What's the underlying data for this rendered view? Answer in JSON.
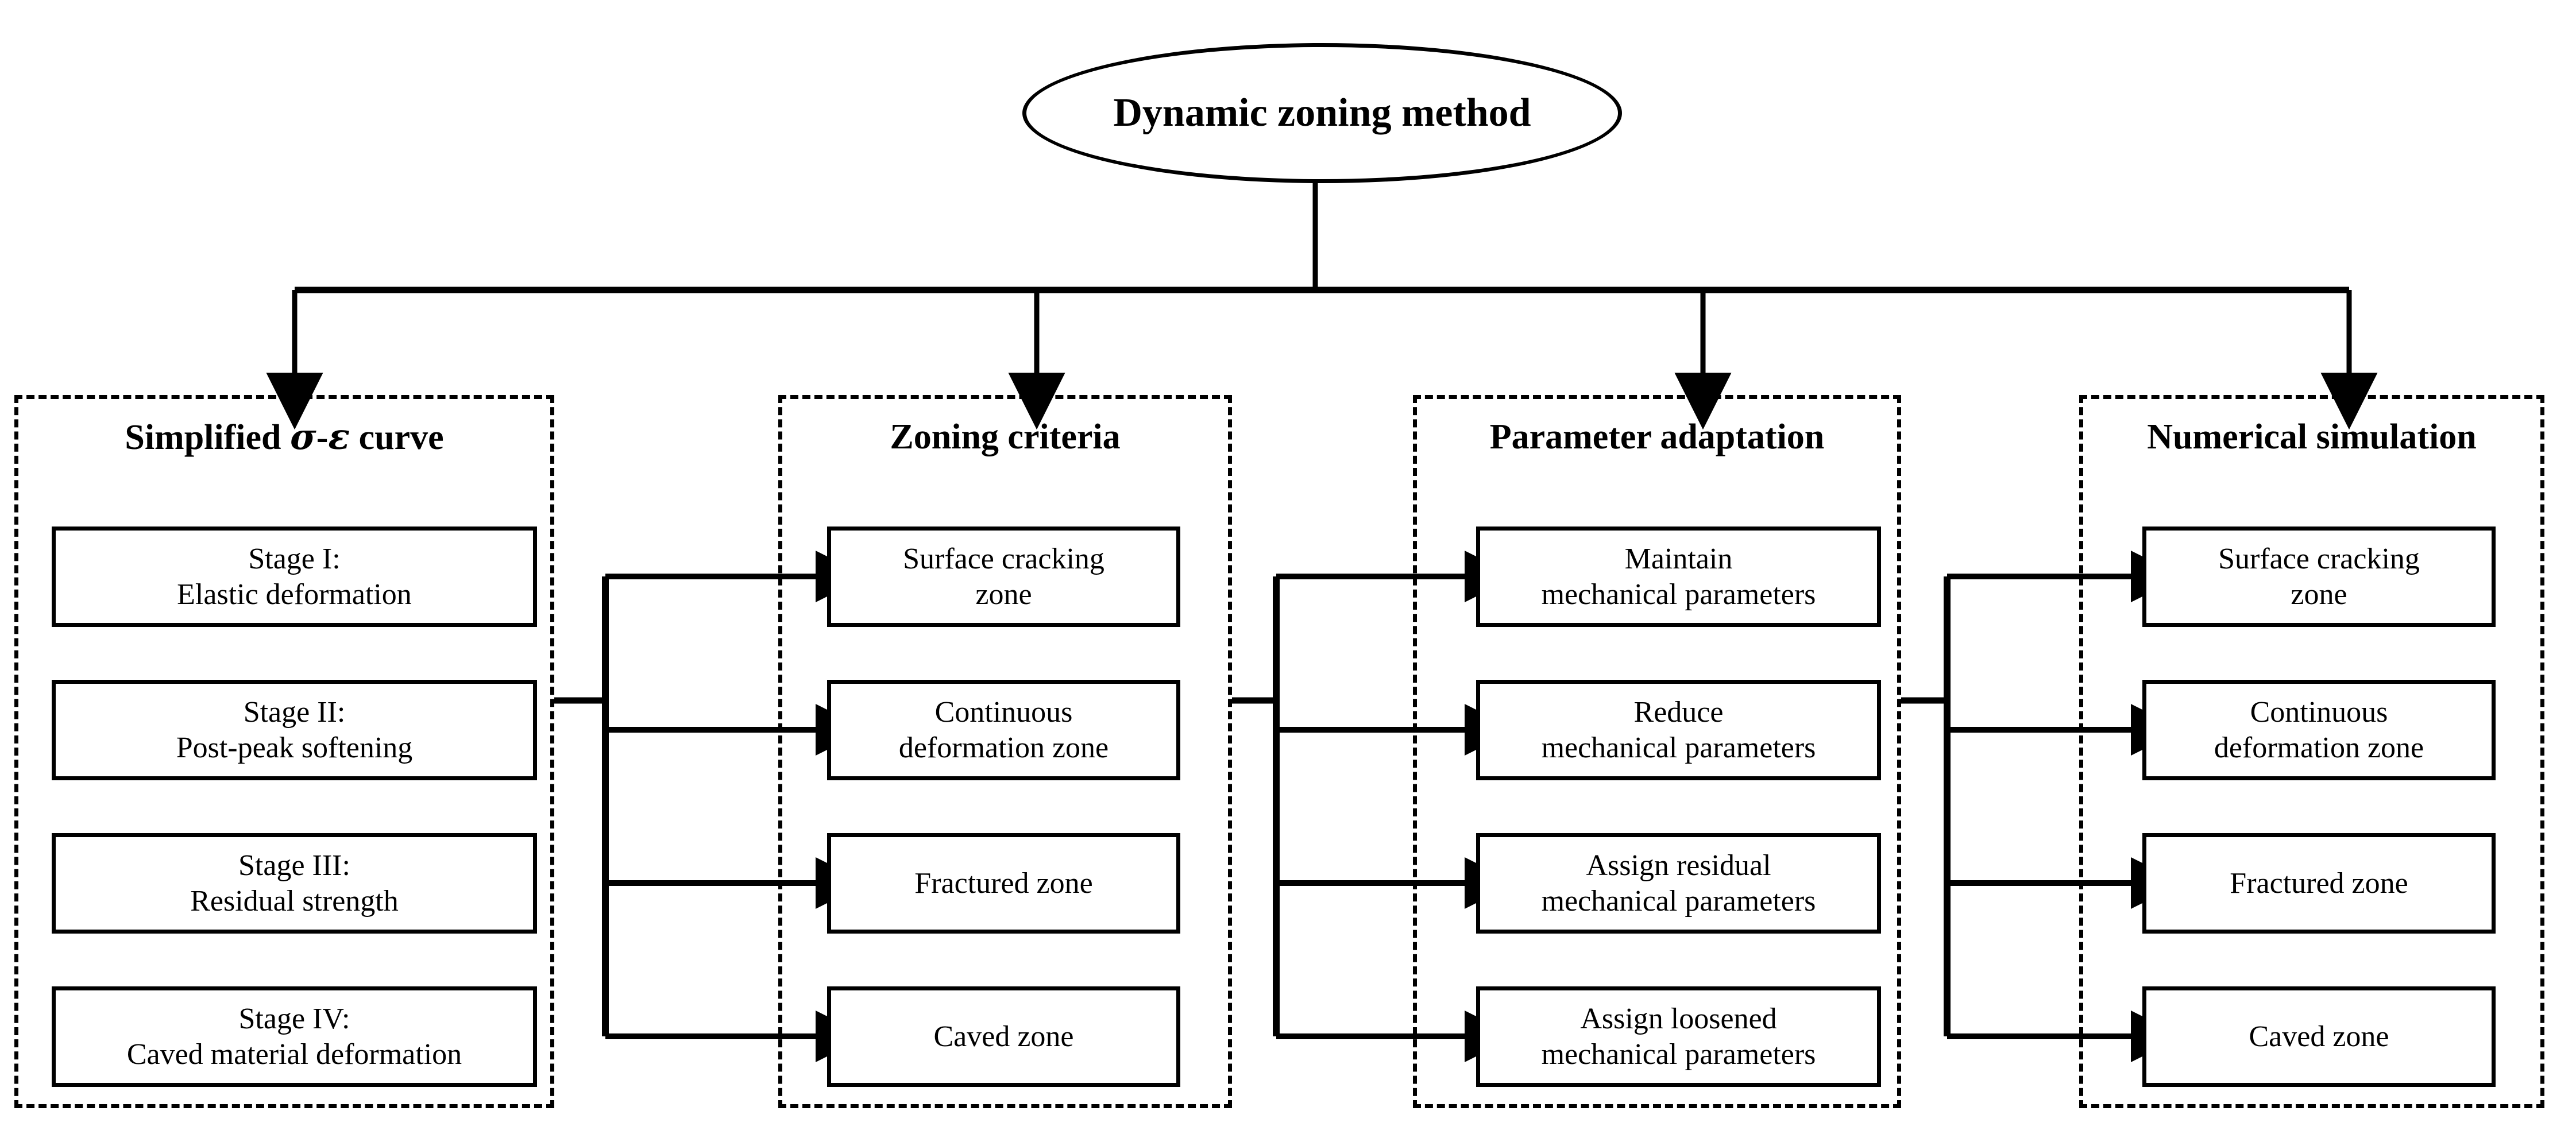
{
  "root": {
    "label": "Dynamic zoning method",
    "shape": "ellipse"
  },
  "colors": {
    "stroke": "#000000",
    "background": "#ffffff",
    "panel_border": "#000000"
  },
  "columns": [
    {
      "id": "simplified-curve",
      "title_parts": {
        "pre": "Simplified ",
        "sigma": "σ",
        "dash": "-",
        "epsilon": "ε",
        "post": " curve"
      },
      "title_plain": "Simplified σ-ε curve",
      "nodes": [
        {
          "line1": "Stage I:",
          "line2": "Elastic deformation"
        },
        {
          "line1": "Stage II:",
          "line2": "Post-peak softening"
        },
        {
          "line1": "Stage III:",
          "line2": "Residual strength"
        },
        {
          "line1": "Stage IV:",
          "line2": "Caved material deformation"
        }
      ]
    },
    {
      "id": "zoning-criteria",
      "title_plain": "Zoning criteria",
      "nodes": [
        {
          "line1": "Surface cracking",
          "line2": "zone"
        },
        {
          "line1": "Continuous",
          "line2": "deformation zone"
        },
        {
          "line1": "Fractured zone",
          "line2": ""
        },
        {
          "line1": "Caved zone",
          "line2": ""
        }
      ]
    },
    {
      "id": "parameter-adaptation",
      "title_plain": "Parameter adaptation",
      "nodes": [
        {
          "line1": "Maintain",
          "line2": "mechanical parameters"
        },
        {
          "line1": "Reduce",
          "line2": "mechanical parameters"
        },
        {
          "line1": "Assign residual",
          "line2": "mechanical parameters"
        },
        {
          "line1": "Assign loosened",
          "line2": "mechanical parameters"
        }
      ]
    },
    {
      "id": "numerical-simulation",
      "title_plain": "Numerical simulation",
      "nodes": [
        {
          "line1": "Surface cracking",
          "line2": "zone"
        },
        {
          "line1": "Continuous",
          "line2": "deformation zone"
        },
        {
          "line1": "Fractured zone",
          "line2": ""
        },
        {
          "line1": "Caved zone",
          "line2": ""
        }
      ]
    }
  ],
  "connectors": {
    "top_fanout": {
      "type": "tree",
      "targets": 4,
      "arrowhead": "down"
    },
    "inter_column": {
      "type": "bus-fanout",
      "branches": 4,
      "arrowhead": "right"
    }
  }
}
